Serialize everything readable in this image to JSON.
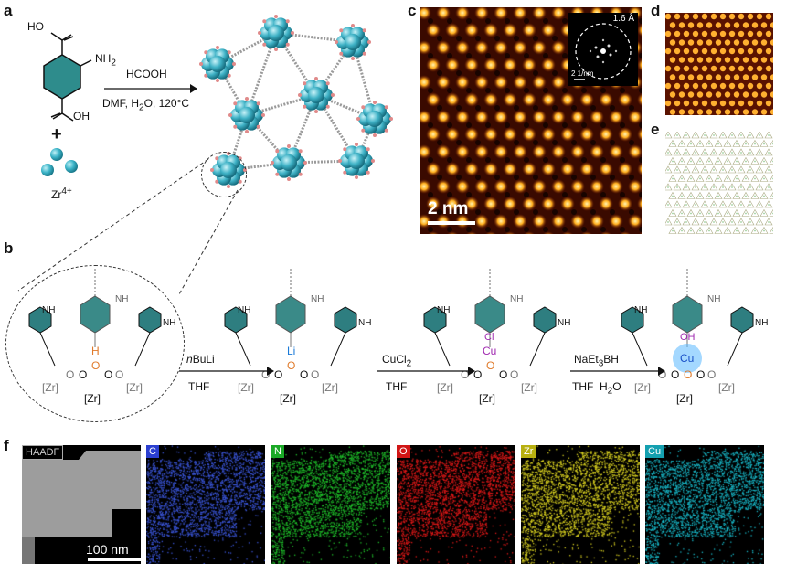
{
  "panels": {
    "a": "a",
    "b": "b",
    "c": "c",
    "d": "d",
    "e": "e",
    "f": "f"
  },
  "panel_a": {
    "ho": "HO",
    "oh": "OH",
    "nh2": "NH",
    "plus": "+",
    "zr": "Zr",
    "zr_sup": "4+",
    "reagent": "HCOOH",
    "conditions_1": "DMF, H",
    "conditions_2": "O, 120°C",
    "sub2": "2"
  },
  "panel_b": {
    "step1_reagent": "BuLi",
    "step1_italic": "n",
    "step1_solvent": "THF",
    "step2_reagent": "CuCl",
    "step2_sub": "2",
    "step2_solvent": "THF",
    "step3_reagent": "NaEt",
    "step3_sub": "3",
    "step3_tail": "BH",
    "step3_solvent": "THF",
    "step3_water": "H",
    "step3_water_tail": "O",
    "zr_node": "[Zr]",
    "nh2": "NH",
    "atom_h": "H",
    "atom_o": "O",
    "atom_li": "Li",
    "atom_cu": "Cu",
    "atom_cl": "Cl",
    "atom_oh": "OH"
  },
  "panel_c": {
    "scale": "2 nm",
    "fft_top": "1.6 Å",
    "fft_bottom": "2 1/nm"
  },
  "panel_f": {
    "scale": "100 nm",
    "maps": [
      {
        "label": "HAADF",
        "color": "#9a9a9a"
      },
      {
        "label": "C",
        "color": "#3a55d8"
      },
      {
        "label": "N",
        "color": "#1fbf2a"
      },
      {
        "label": "O",
        "color": "#e01818"
      },
      {
        "label": "Zr",
        "color": "#d8d020"
      },
      {
        "label": "Cu",
        "color": "#18b8c8"
      }
    ]
  }
}
